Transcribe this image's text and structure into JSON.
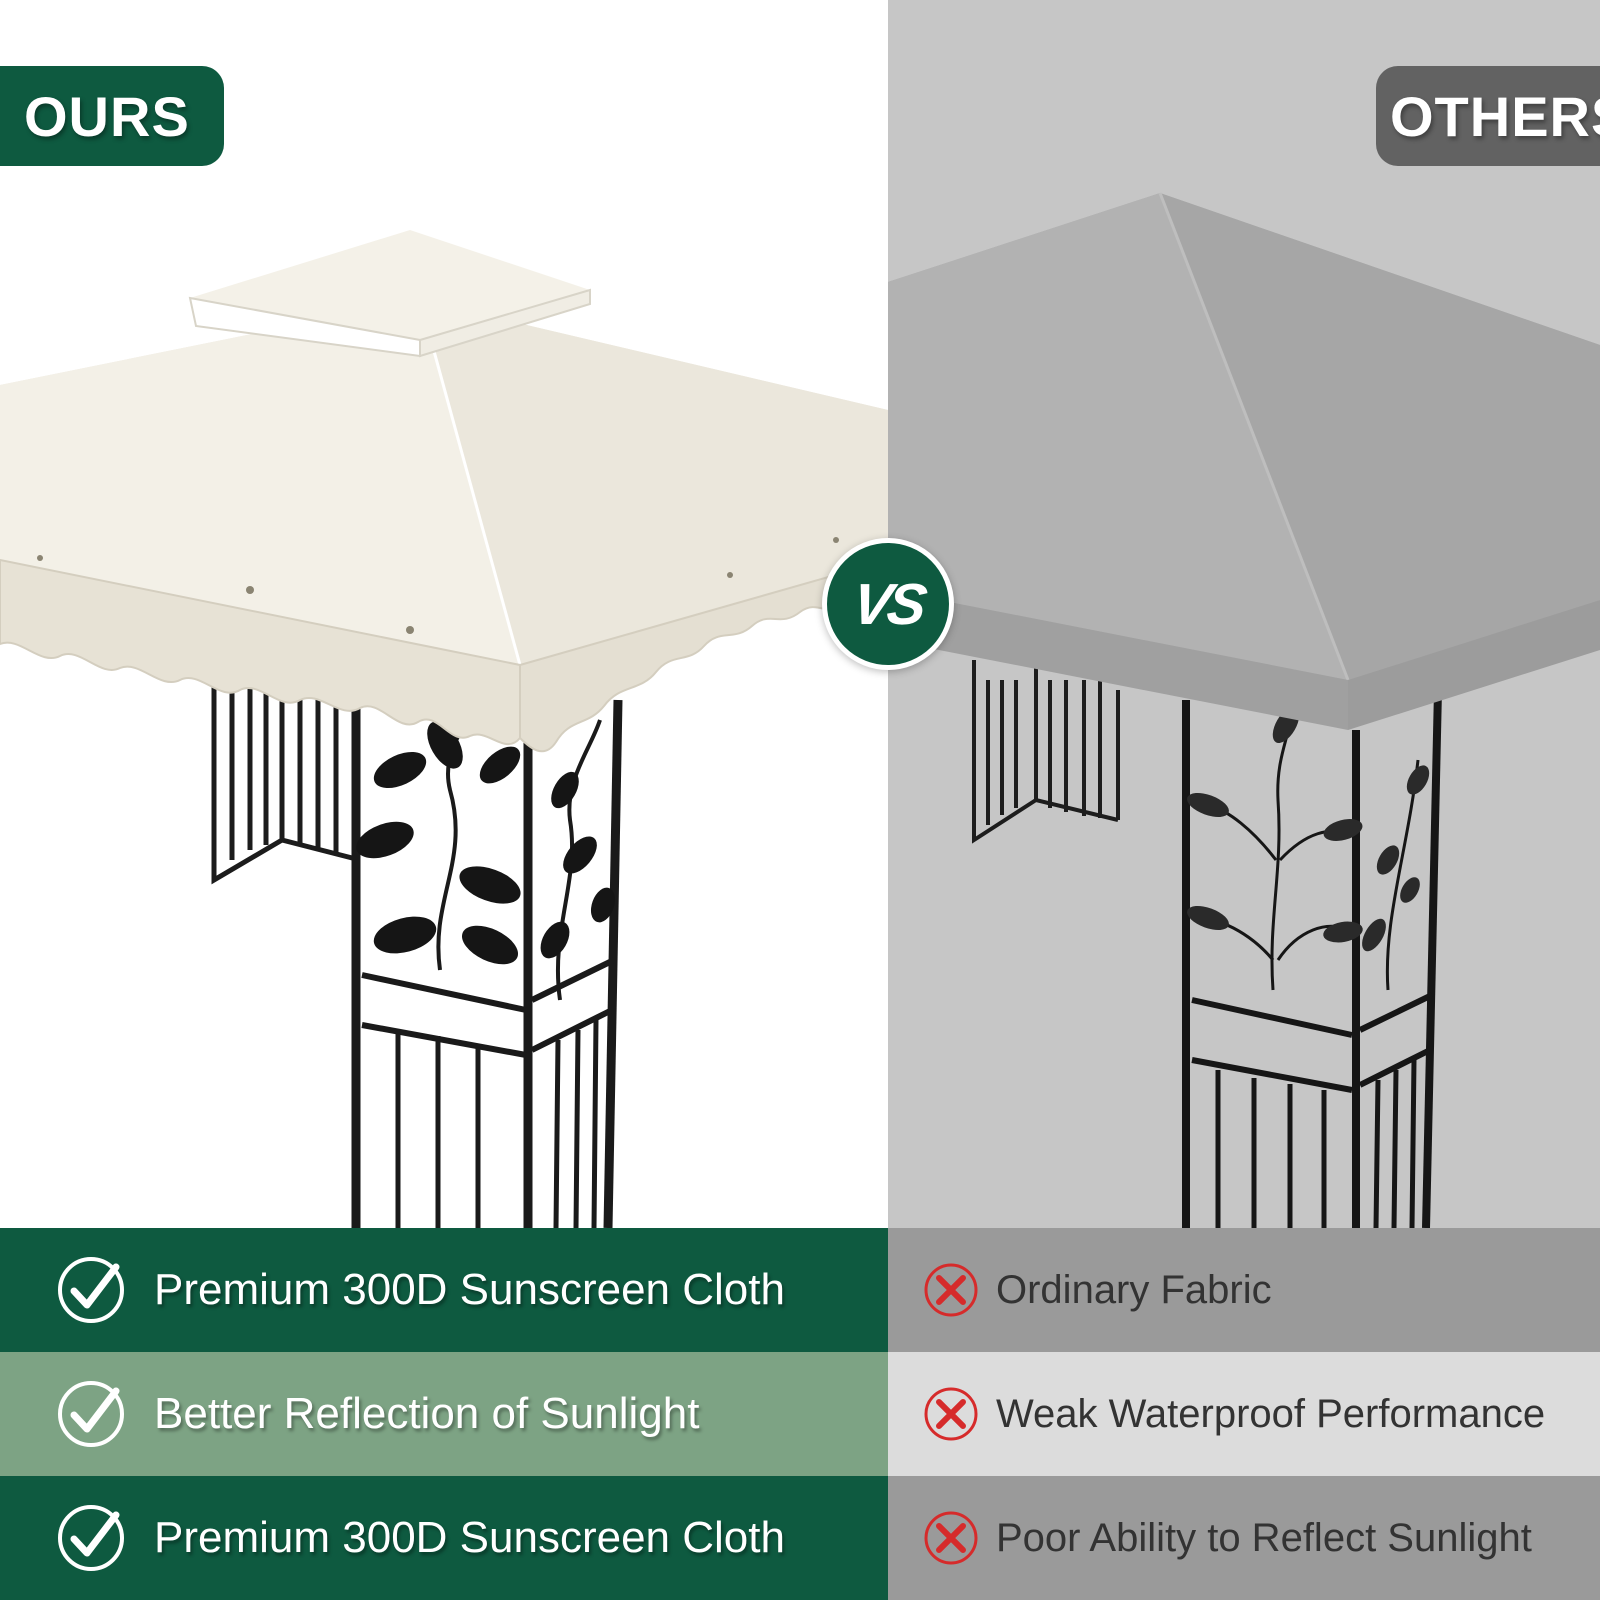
{
  "badges": {
    "ours": "OURS",
    "others": "OTHERS"
  },
  "vs_label": "VS",
  "colors": {
    "brand_green": "#0e5a40",
    "light_green": "#7da384",
    "dark_gray": "#9a9a9a",
    "light_gray": "#dcdcdc",
    "cross_red": "#d62b2b"
  },
  "comparison": {
    "ours": [
      {
        "text": "Premium 300D Sunscreen Cloth",
        "icon": "check-circle-icon"
      },
      {
        "text": "Better Reflection of Sunlight",
        "icon": "check-circle-icon"
      },
      {
        "text": "Premium 300D Sunscreen Cloth",
        "icon": "check-circle-icon"
      }
    ],
    "others": [
      {
        "text": "Ordinary Fabric",
        "icon": "x-circle-icon"
      },
      {
        "text": "Weak Waterproof Performance",
        "icon": "x-circle-icon"
      },
      {
        "text": "Poor Ability to Reflect Sunlight",
        "icon": "x-circle-icon"
      }
    ]
  }
}
